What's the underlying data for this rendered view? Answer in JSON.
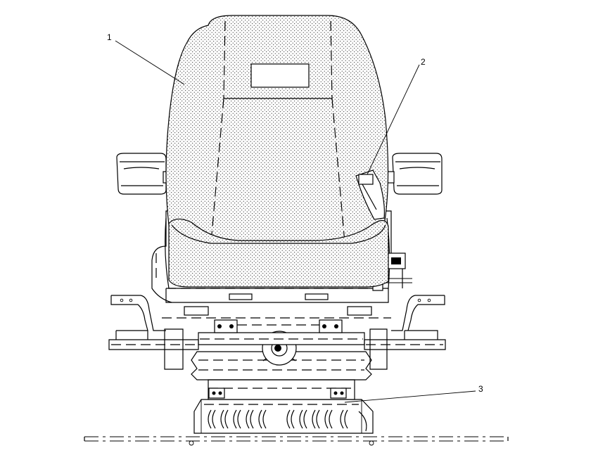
{
  "callouts": [
    {
      "number": "1",
      "part": "seat"
    },
    {
      "number": "2",
      "part": "seat-adjustment-lever"
    },
    {
      "number": "3",
      "part": "seat-base"
    }
  ],
  "colors": {
    "line": "#000000",
    "background": "#ffffff"
  }
}
